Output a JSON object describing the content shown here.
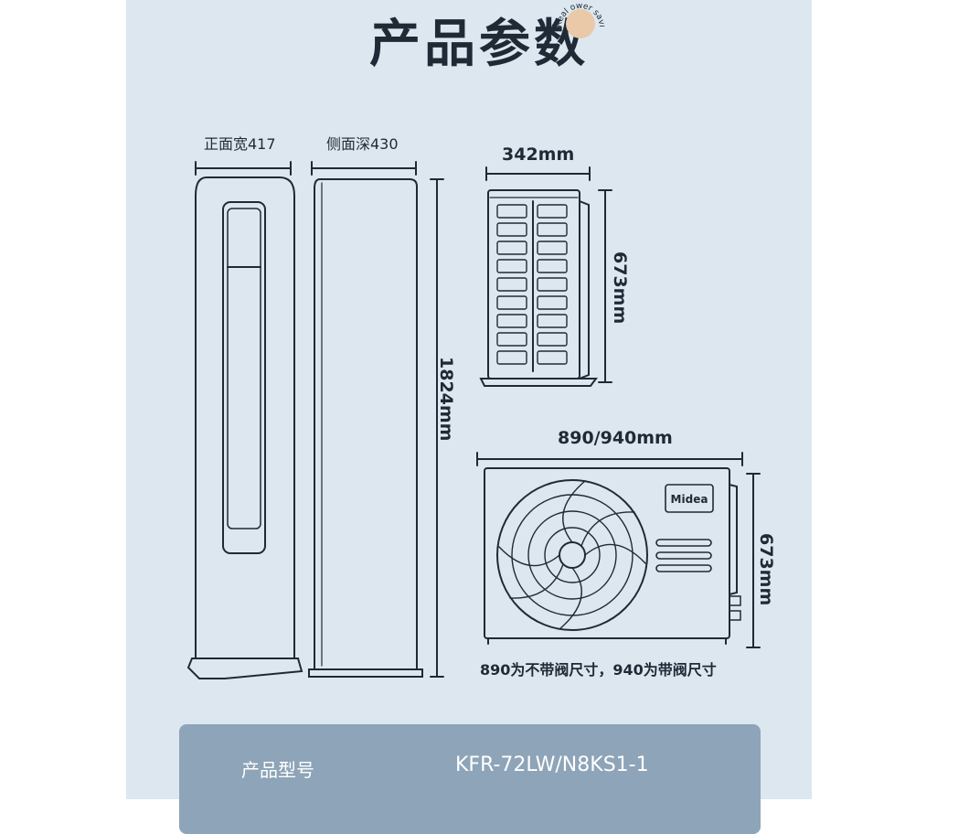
{
  "header": {
    "title": "产品参数",
    "badge_text": "Real  ower saving"
  },
  "indoor_unit": {
    "front_width_label": "正面宽417",
    "side_depth_label": "侧面深430",
    "height_label": "1824mm"
  },
  "outdoor_side": {
    "width_label": "342mm",
    "height_label": "673mm"
  },
  "outdoor_front": {
    "width_label": "890/940mm",
    "height_label": "673mm",
    "brand_logo": "Midea",
    "note": "890为不带阀尺寸，940为带阀尺寸"
  },
  "spec_table": {
    "rows": [
      {
        "key": "产品型号",
        "value": "KFR-72LW/N8KS1-1"
      }
    ]
  },
  "colors": {
    "background": "#dde7f0",
    "ink": "#1f2a36",
    "spec_bg": "#8ea4b8",
    "badge": "#e9c9a8"
  }
}
